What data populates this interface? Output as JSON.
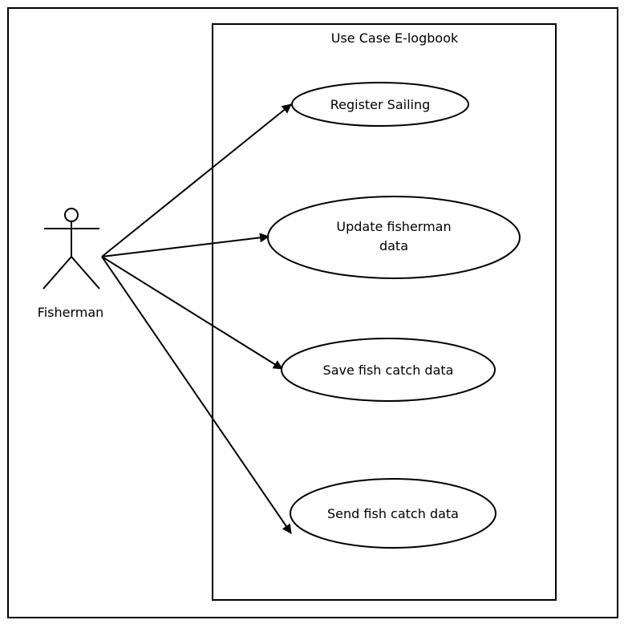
{
  "system": {
    "title": "Use Case E-logbook"
  },
  "actor": {
    "label": "Fisherman"
  },
  "use_cases": [
    {
      "lines": [
        "Register Sailing"
      ]
    },
    {
      "lines": [
        "Update fisherman",
        "data"
      ]
    },
    {
      "lines": [
        "Save fish catch data"
      ]
    },
    {
      "lines": [
        "Send fish catch data"
      ]
    }
  ],
  "colors": {
    "stroke": "#000000",
    "background": "#ffffff"
  }
}
